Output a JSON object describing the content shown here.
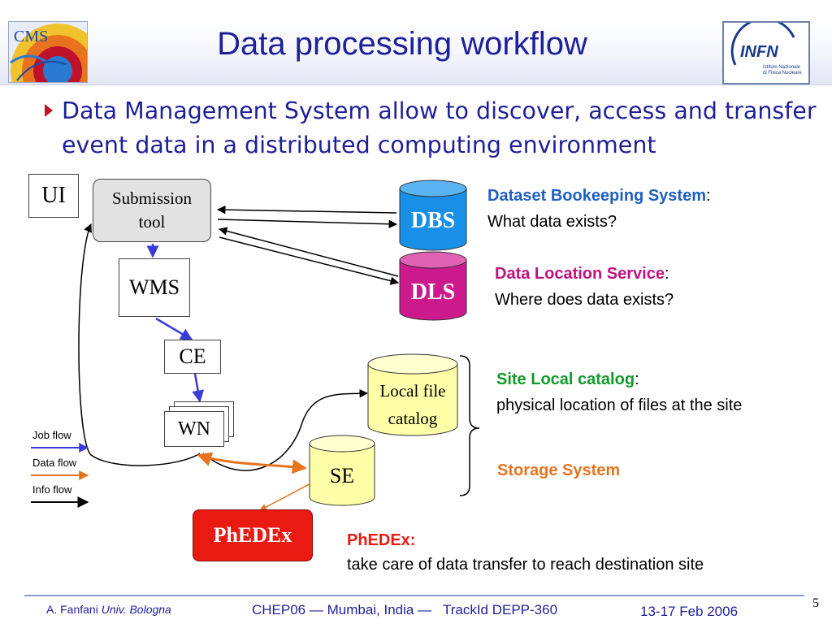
{
  "slide": {
    "title": "Data processing workflow",
    "page_number": "5",
    "bullet": "Data Management System allow to discover, access and transfer event data in a distributed computing environment"
  },
  "logos": {
    "cms_text": "CMS",
    "infn_text": "INFN",
    "infn_sub_1": "Istituto Nazionale",
    "infn_sub_2": "di Fisica Nucleare"
  },
  "diagram": {
    "ui": "UI",
    "submission_tool_line1": "Submission",
    "submission_tool_line2": "tool",
    "wms": "WMS",
    "ce": "CE",
    "wn": "WN",
    "dbs": "DBS",
    "dls": "DLS",
    "local_file_catalog_line1": "Local file",
    "local_file_catalog_line2": "catalog",
    "se": "SE",
    "phedex": "PhEDEx"
  },
  "legend": {
    "job_flow": "Job flow",
    "data_flow": "Data flow",
    "info_flow": "Info flow"
  },
  "descriptions": {
    "dbs_title": "Dataset Bookeeping System",
    "dbs_colon": ":",
    "dbs_desc": "What data exists?",
    "dls_title": "Data Location Service",
    "dls_colon": ":",
    "dls_desc": "Where does data exists?",
    "slc_title": "Site Local catalog",
    "slc_colon": ":",
    "slc_desc": "physical location of files at the site",
    "storage_title": "Storage System",
    "phedex_title": "PhEDEx:",
    "phedex_desc": "take care of data transfer to reach destination site"
  },
  "footer": {
    "author": "A. Fanfani",
    "affiliation": "Univ. Bologna",
    "conference": "CHEP06 ― Mumbai, India ―   TrackId DEPP-360",
    "date": "13-17 Feb 2006"
  },
  "colors": {
    "title_blue": "#1f1f9a",
    "job_flow": "#3b3bd8",
    "data_flow": "#e8731f",
    "info_flow": "#000000",
    "dbs_cylinder": "#1a8fe8",
    "dls_cylinder": "#cc1a8c",
    "lfc_cylinder": "#ffffa8",
    "se_cylinder": "#ffffa8",
    "phedex_box": "#e81a12",
    "dbs_title": "#1f5fbf",
    "dls_title": "#c0127f",
    "slc_title": "#119a2a",
    "storage_title": "#e8731f",
    "phedex_title": "#e81a12"
  }
}
